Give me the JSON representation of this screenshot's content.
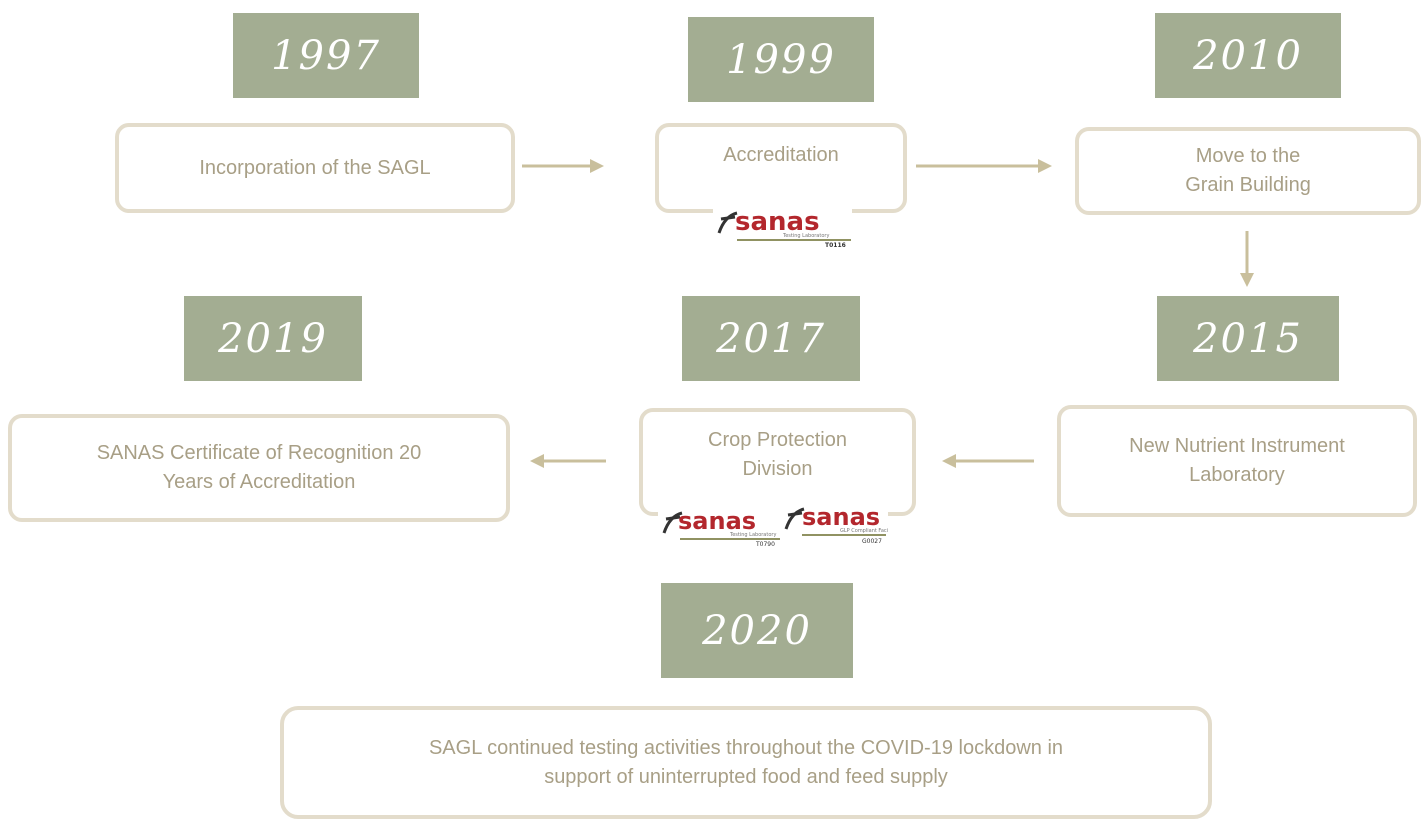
{
  "colors": {
    "year_fill": "#a3ad92",
    "box_border": "#e3dccb",
    "box_text": "#a89f86",
    "arrow": "#c9bf9c"
  },
  "milestones": [
    {
      "year": "1997",
      "label": "Incorporation of the SAGL"
    },
    {
      "year": "1999",
      "label": "Accreditation"
    },
    {
      "year": "2010",
      "label": "Move to the\nGrain Building"
    },
    {
      "year": "2015",
      "label": "New Nutrient Instrument\nLaboratory"
    },
    {
      "year": "2017",
      "label": "Crop Protection\nDivision"
    },
    {
      "year": "2019",
      "label": "SANAS Certificate of Recognition 20\nYears of Accreditation"
    },
    {
      "year": "2020",
      "label": "SAGL continued testing activities throughout the COVID-19 lockdown in\nsupport of uninterrupted food and feed  supply"
    }
  ],
  "logos": [
    {
      "brand": "sanas",
      "caption": "Testing Laboratory",
      "code": "T0116"
    },
    {
      "brand": "sanas",
      "caption": "Testing Laboratory",
      "code": "T0790"
    },
    {
      "brand": "sanas",
      "caption": "GLP Compliant Facility",
      "code": "G0027"
    }
  ]
}
